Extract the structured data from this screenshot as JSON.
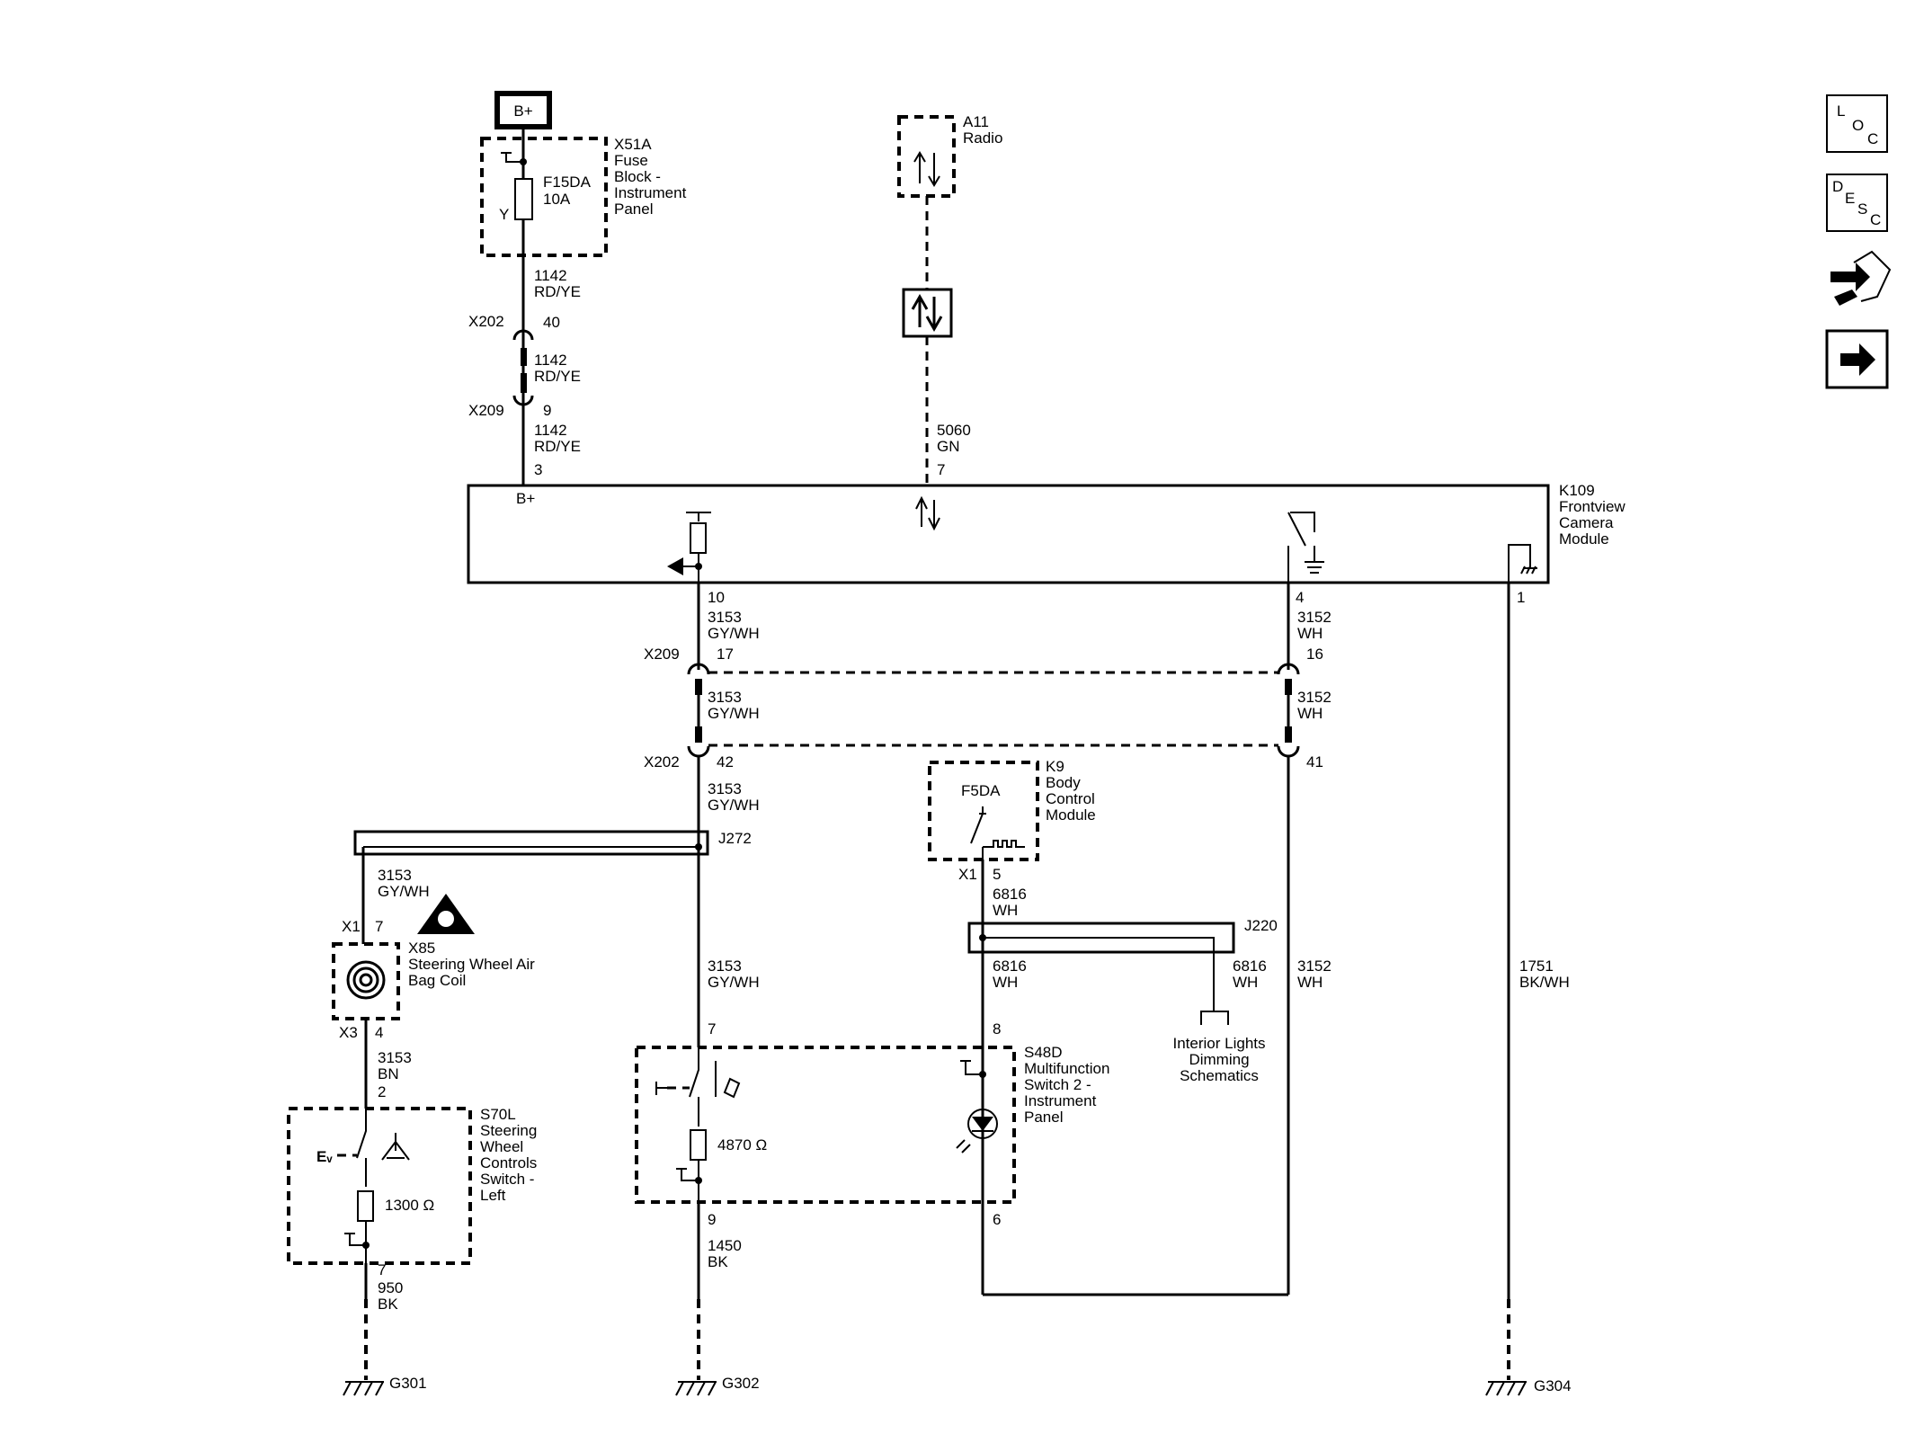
{
  "top": {
    "battery": "B+",
    "x51a": [
      "X51A",
      "Fuse",
      "Block -",
      "Instrument",
      "Panel"
    ],
    "fuse": [
      "F15DA",
      "10A"
    ],
    "fuse_y": "Y",
    "w1142_a": [
      "1142",
      "RD/YE"
    ],
    "w1142_b": [
      "1142",
      "RD/YE"
    ],
    "w1142_c": [
      "1142",
      "RD/YE"
    ],
    "x202_a": "X202",
    "x202_a_pin": "40",
    "x209_a": "X209",
    "x209_a_pin": "9",
    "pin3": "3",
    "radio": [
      "A11",
      "Radio"
    ],
    "w5060": [
      "5060",
      "GN"
    ],
    "pin7": "7"
  },
  "camera": {
    "bplus": "B+",
    "label": [
      "K109",
      "Frontview",
      "Camera",
      "Module"
    ],
    "pin10": "10",
    "pin4": "4",
    "pin1": "1"
  },
  "mid": {
    "w3153_a": [
      "3153",
      "GY/WH"
    ],
    "x209_b": "X209",
    "x209_b_pin17": "17",
    "w3152_a": [
      "3152",
      "WH"
    ],
    "x209_b_pin16": "16",
    "w3153_b": [
      "3153",
      "GY/WH"
    ],
    "w3152_b": [
      "3152",
      "WH"
    ],
    "x202_b": "X202",
    "x202_b_pin42": "42",
    "x202_b_pin41": "41",
    "w3153_c": [
      "3153",
      "GY/WH"
    ],
    "j272": "J272",
    "bcm_fuse": "F5DA",
    "bcm": [
      "K9",
      "Body",
      "Control",
      "Module"
    ],
    "bcm_x1": "X1",
    "bcm_pin5": "5",
    "w6816_a": [
      "6816",
      "WH"
    ],
    "j220": "J220",
    "w6816_b": [
      "6816",
      "WH"
    ],
    "w6816_c": [
      "6816",
      "WH"
    ],
    "interior": [
      "Interior Lights",
      "Dimming",
      "Schematics"
    ],
    "w3152_c": [
      "3152",
      "WH"
    ],
    "w1751": [
      "1751",
      "BK/WH"
    ]
  },
  "left": {
    "w3153_d": [
      "3153",
      "GY/WH"
    ],
    "x85_x1": "X1",
    "x85_pin7": "7",
    "x85": [
      "X85",
      "Steering Wheel Air",
      "Bag Coil"
    ],
    "x85_x3": "X3",
    "x85_pin4": "4",
    "w3153_bn": [
      "3153",
      "BN"
    ],
    "s70l_pin2": "2",
    "s70l": [
      "S70L",
      "Steering",
      "Wheel",
      "Controls",
      "Switch -",
      "Left"
    ],
    "res1300": "1300 Ω",
    "s70l_pin7": "7",
    "w950": [
      "950",
      "BK"
    ],
    "g301": "G301"
  },
  "center": {
    "w3153_e": [
      "3153",
      "GY/WH"
    ],
    "s48d_pin7": "7",
    "res4870": "4870 Ω",
    "s48d_pin8": "8",
    "s48d": [
      "S48D",
      "Multifunction",
      "Switch 2 -",
      "Instrument",
      "Panel"
    ],
    "s48d_pin9": "9",
    "s48d_pin6": "6",
    "w1450": [
      "1450",
      "BK"
    ],
    "g302": "G302",
    "g304": "G304"
  },
  "nav": {
    "loc": [
      "L",
      "O",
      "C"
    ],
    "desc": [
      "D",
      "E",
      "S",
      "C"
    ]
  }
}
